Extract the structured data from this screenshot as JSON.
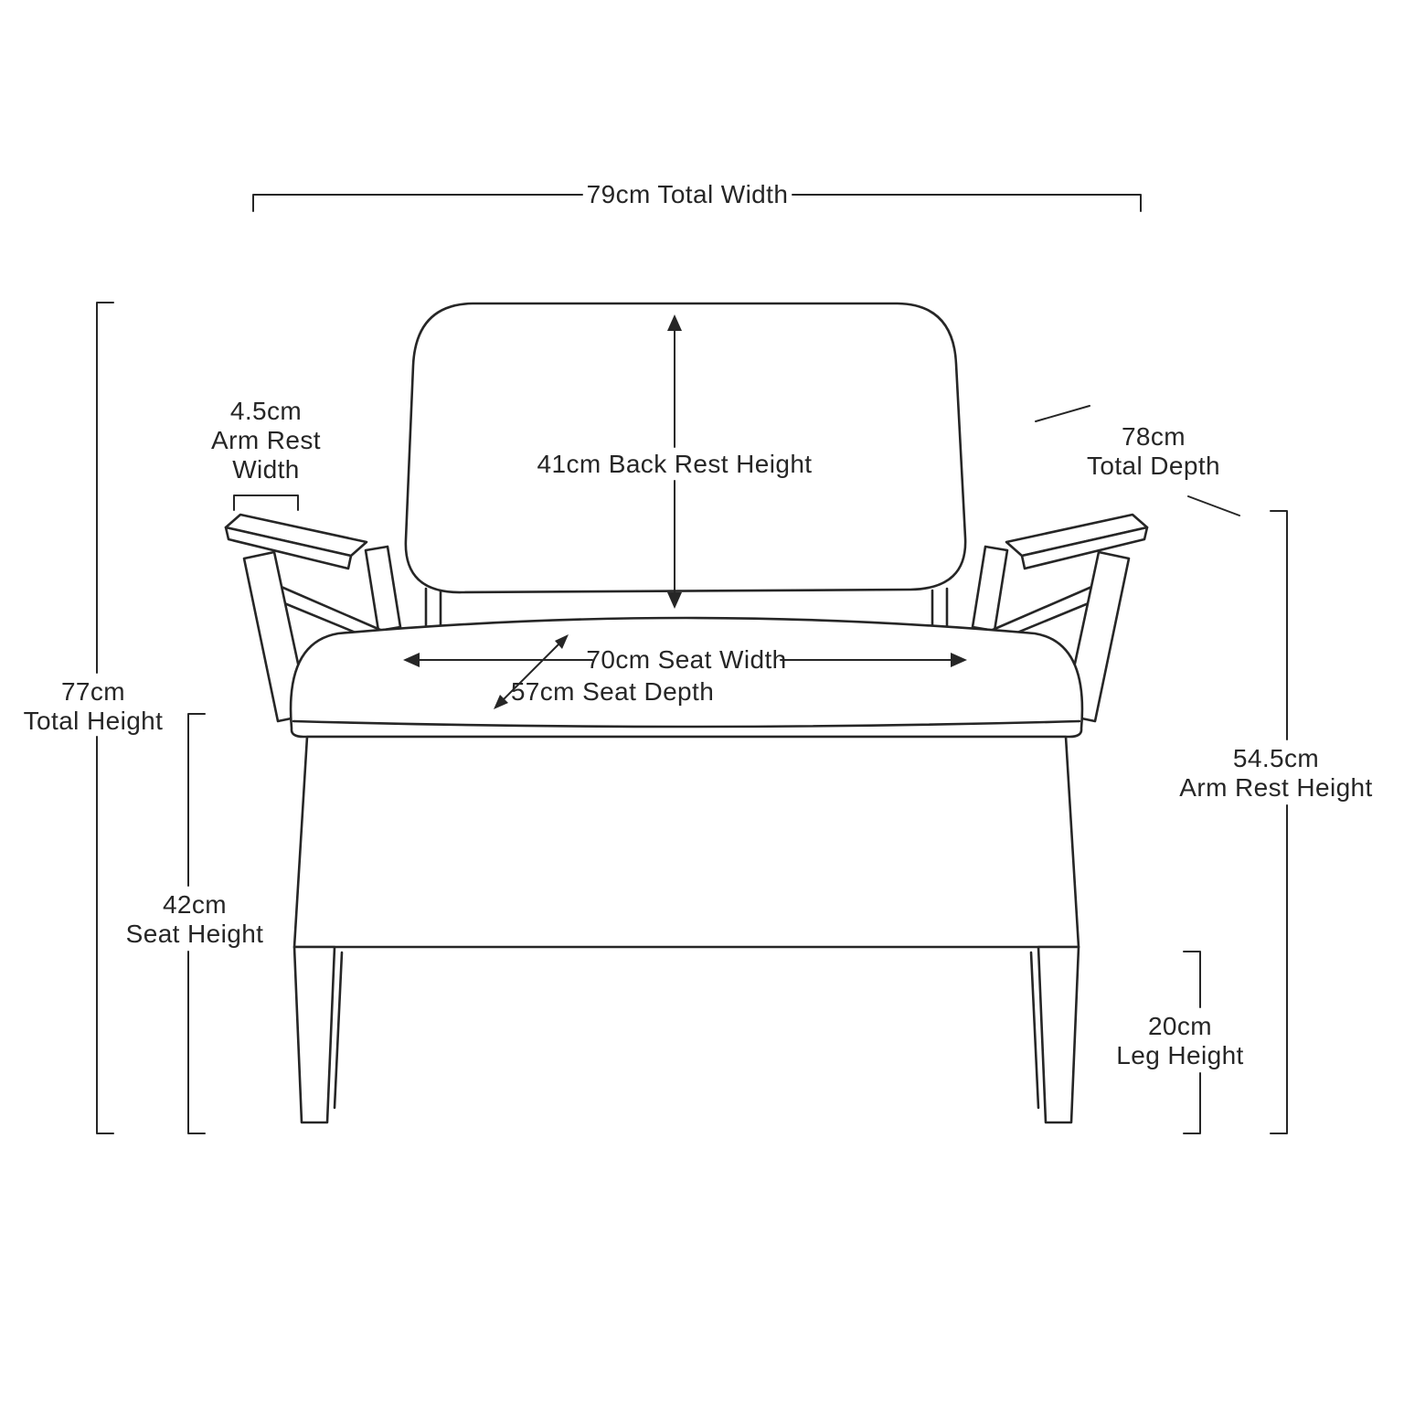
{
  "canvas": {
    "background": "#ffffff",
    "line_color": "#262626",
    "subject": "armchair dimension diagram"
  },
  "measurements": {
    "total_width": {
      "label": "79cm Total Width"
    },
    "arm_rest_width": {
      "line1": "4.5cm",
      "line2": "Arm Rest",
      "line3": "Width"
    },
    "back_rest_height": {
      "label": "41cm Back Rest Height"
    },
    "total_depth": {
      "line1": "78cm",
      "line2": "Total Depth"
    },
    "total_height": {
      "line1": "77cm",
      "line2": "Total Height"
    },
    "seat_width": {
      "label": "70cm Seat Width"
    },
    "seat_depth": {
      "label": "57cm Seat Depth"
    },
    "seat_height": {
      "line1": "42cm",
      "line2": "Seat Height"
    },
    "arm_rest_height": {
      "line1": "54.5cm",
      "line2": "Arm Rest Height"
    },
    "leg_height": {
      "line1": "20cm",
      "line2": "Leg Height"
    }
  }
}
